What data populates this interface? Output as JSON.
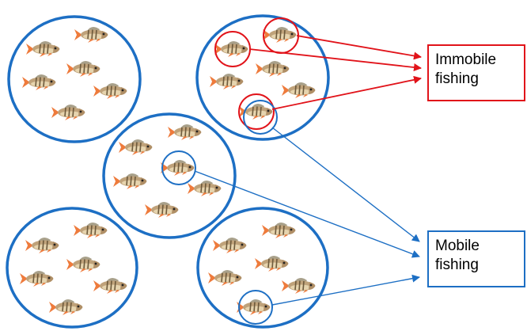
{
  "labels": {
    "immobile": {
      "line1": "Immobile",
      "line2": "fishing"
    },
    "mobile": {
      "line1": "Mobile",
      "line2": "fishing"
    }
  },
  "colors": {
    "pond_circle": "#1d6fc4",
    "immobile": "#e1131a",
    "mobile": "#1d6fc4",
    "fish_body": "#bfa27a",
    "fish_fin": "#ee7b3c",
    "fish_stripe": "#6d5a3c"
  },
  "diagram": {
    "ponds": 5,
    "fish_per_pond": 6,
    "immobile_tagged_fish": 3,
    "mobile_tagged_fish": 3
  }
}
